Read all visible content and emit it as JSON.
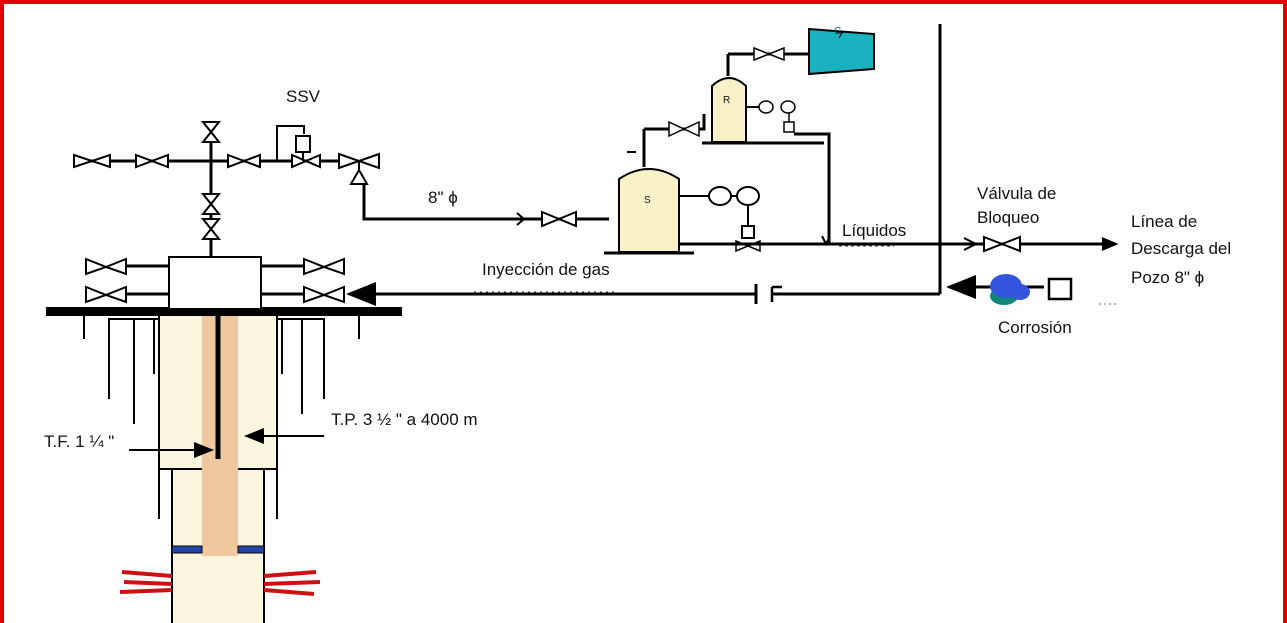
{
  "frame_color": "#e00000",
  "labels": {
    "ssv": "SSV",
    "diameter": "8\"  ϕ",
    "liquidos": "Líquidos",
    "valvula_line1": "Válvula de",
    "valvula_line2": "Bloqueo",
    "linea_line1": "Línea de",
    "linea_line2": "Descarga del",
    "linea_line3": "Pozo  8\" ϕ",
    "inyeccion": "Inyección  de gas",
    "corrosion": "Corrosión",
    "tp": "T.P. 3 ½ \" a 4000  m",
    "tf": "T.F. 1 ¼ \""
  },
  "vessels": {
    "separator": "S",
    "regulator": "R",
    "compressor": "C"
  },
  "colors": {
    "tank_fill": "#f9f1c8",
    "tubing_fill": "#f0c8a0",
    "compressor_fill": "#1ab1c0",
    "perforation": "#cc1111",
    "sensor_blue": "#3355dd",
    "sensor_teal": "#118877"
  }
}
